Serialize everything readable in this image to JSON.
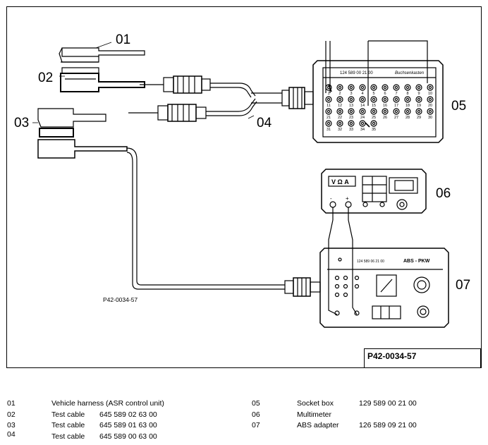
{
  "diagram": {
    "callouts": [
      "01",
      "02",
      "03",
      "04",
      "05",
      "06",
      "07"
    ],
    "figure_code": "P42-0034-57",
    "socket_box_label": "124 589 00 21 00",
    "socket_box_title": "Buchsenkasten",
    "socket_numbers": [
      "1",
      "2",
      "3",
      "4",
      "5",
      "6",
      "7",
      "8",
      "9",
      "10",
      "11",
      "12",
      "13",
      "14",
      "15",
      "16",
      "17",
      "18",
      "19",
      "20",
      "21",
      "22",
      "23",
      "24",
      "25",
      "26",
      "27",
      "28",
      "29",
      "30",
      "31",
      "32",
      "33",
      "34",
      "35"
    ],
    "multimeter_display": "V Ω A",
    "adapter_label": "124 589 06 21 00",
    "adapter_title": "ABS - PKW",
    "minus_sign": "-",
    "plus_sign": "+"
  },
  "reference_box": "P42-0034-57",
  "legend": [
    {
      "num": "01",
      "desc": "Vehicle harness (ASR control unit)",
      "part": ""
    },
    {
      "num": "02",
      "desc": "Test cable",
      "part": "645 589 02 63 00"
    },
    {
      "num": "03",
      "desc": "Test cable",
      "part": "645 589 01 63 00"
    },
    {
      "num": "04",
      "desc": "Test cable",
      "part": "645 589 00 63 00"
    },
    {
      "num": "05",
      "desc": "Socket box",
      "part": "129 589 00 21 00"
    },
    {
      "num": "06",
      "desc": "Multimeter",
      "part": ""
    },
    {
      "num": "07",
      "desc": "ABS adapter",
      "part": "126 589 09 21 00"
    }
  ]
}
